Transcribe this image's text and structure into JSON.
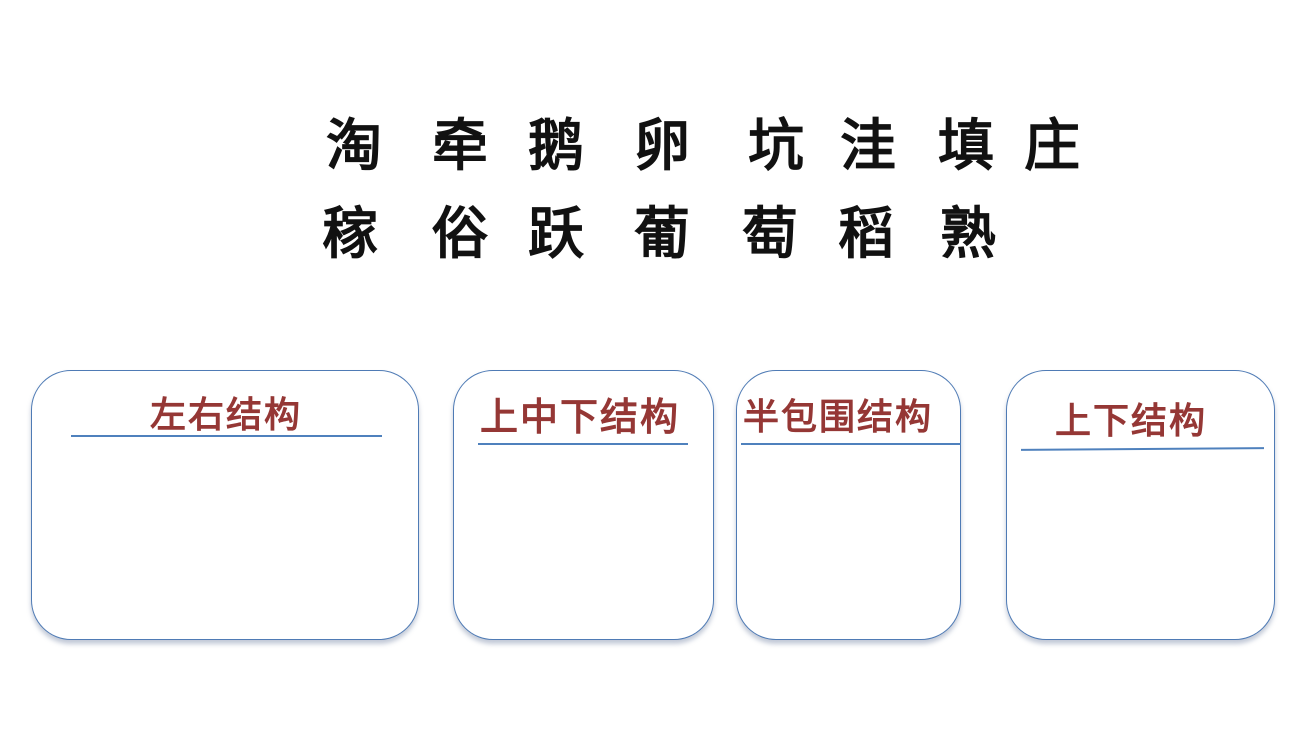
{
  "row1": [
    "淘",
    "牵",
    "鹅",
    "卵",
    "坑",
    "洼",
    "填",
    "庄"
  ],
  "row2": [
    "稼",
    "俗",
    "跃",
    "葡",
    "萄",
    "稻",
    "熟"
  ],
  "boxes": [
    {
      "title": "左右结构"
    },
    {
      "title": "上中下结构"
    },
    {
      "title": "半包围结构"
    },
    {
      "title": "上下结构"
    }
  ],
  "colors": {
    "title_text": "#953735",
    "box_border": "#4f7bb5",
    "underline": "#4f81bd",
    "chars": "#111111"
  }
}
